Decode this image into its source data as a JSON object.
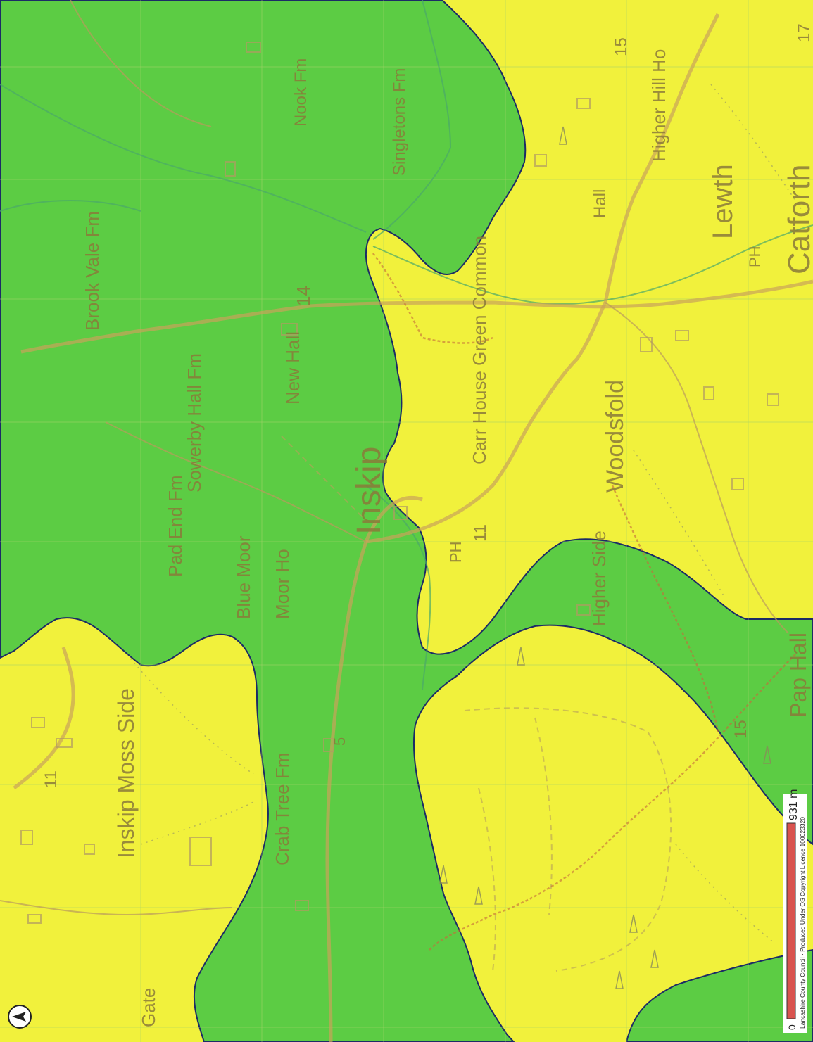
{
  "map": {
    "colors": {
      "green_zone": "#5ccc44",
      "yellow_zone": "#f1f13c",
      "zone_border": "#1c2b66",
      "scale_bar": "#d9534f"
    },
    "place_labels": [
      {
        "id": "brook-vale-fm",
        "text": "Brook Vale Fm"
      },
      {
        "id": "sowerby-hall-fm",
        "text": "Sowerby Hall Fm"
      },
      {
        "id": "new-hall",
        "text": "New Hall"
      },
      {
        "id": "pad-end-fm",
        "text": "Pad End Fm"
      },
      {
        "id": "blue-moor",
        "text": "Blue Moor"
      },
      {
        "id": "moor-ho",
        "text": "Moor Ho"
      },
      {
        "id": "inskip",
        "text": "Inskip"
      },
      {
        "id": "carr-house-green-common",
        "text": "Carr House Green Common"
      },
      {
        "id": "woodsfold",
        "text": "Woodsfold"
      },
      {
        "id": "higher-side",
        "text": "Higher Side"
      },
      {
        "id": "lewth",
        "text": "Lewth"
      },
      {
        "id": "catforth",
        "text": "Catforth"
      },
      {
        "id": "hall",
        "text": "Hall"
      },
      {
        "id": "higher-hill-ho",
        "text": "Higher Hill Ho"
      },
      {
        "id": "nook-fm",
        "text": "Nook Fm"
      },
      {
        "id": "singletons-fm",
        "text": "Singletons Fm"
      },
      {
        "id": "inskip-moss-side",
        "text": "Inskip Moss Side"
      },
      {
        "id": "crab-tree-fm",
        "text": "Crab Tree Fm"
      },
      {
        "id": "pap-hall",
        "text": "Pap Hall"
      },
      {
        "id": "gate",
        "text": "Gate"
      }
    ],
    "road_numbers": [
      {
        "id": "rd-14",
        "text": "14"
      },
      {
        "id": "rd-11-a",
        "text": "11"
      },
      {
        "id": "rd-11-b",
        "text": "11"
      },
      {
        "id": "rd-15-a",
        "text": "15"
      },
      {
        "id": "rd-15-b",
        "text": "15"
      },
      {
        "id": "rd-17",
        "text": "17"
      },
      {
        "id": "rd-5",
        "text": "5"
      }
    ],
    "pub_markers": [
      {
        "id": "ph-1",
        "text": "PH"
      },
      {
        "id": "ph-2",
        "text": "PH"
      }
    ],
    "scale": {
      "start": "0",
      "end": "931 m",
      "copyright": "Lancashire County Council · Produced Under OS Copyright Licence 100023320"
    },
    "north_arrow": "north-arrow-icon"
  }
}
